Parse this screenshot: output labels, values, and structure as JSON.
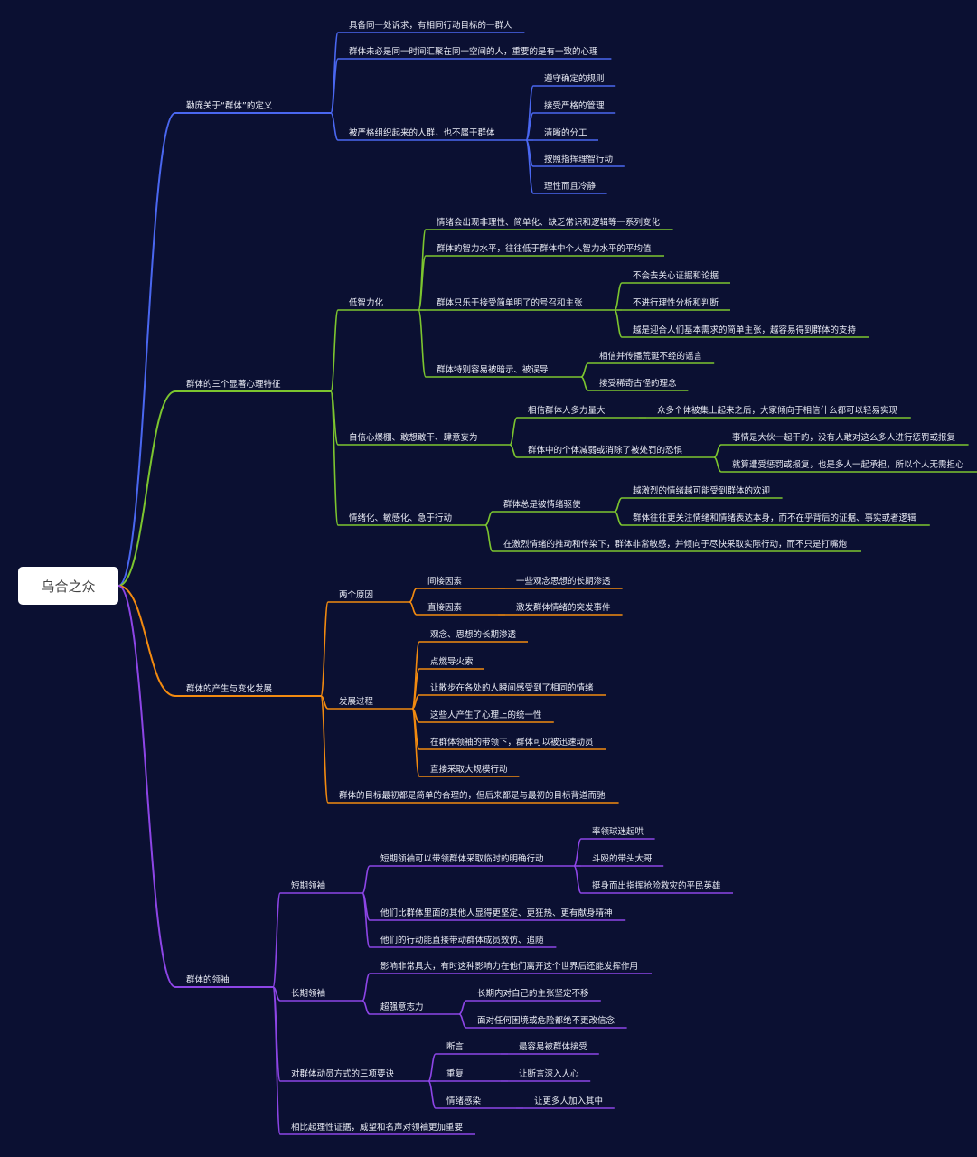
{
  "root": "乌合之众",
  "colors": {
    "blue": "#4a67f0",
    "green": "#7cc52f",
    "orange": "#f28a10",
    "purple": "#8d45e6",
    "background": "#0b1032"
  },
  "branches": [
    {
      "label": "勒庞关于“群体”的定义",
      "color": "blue",
      "children": [
        {
          "label": "具备同一处诉求，有相同行动目标的一群人"
        },
        {
          "label": "群体未必是同一时间汇聚在同一空间的人，重要的是有一致的心理"
        },
        {
          "label": "被严格组织起来的人群，也不属于群体",
          "children": [
            {
              "label": "遵守确定的规则"
            },
            {
              "label": "接受严格的管理"
            },
            {
              "label": "清晰的分工"
            },
            {
              "label": "按照指挥理智行动"
            },
            {
              "label": "理性而且冷静"
            }
          ]
        }
      ]
    },
    {
      "label": "群体的三个显著心理特征",
      "color": "green",
      "children": [
        {
          "label": "低智力化",
          "children": [
            {
              "label": "情绪会出现非理性、简单化、缺乏常识和逻辑等一系列变化"
            },
            {
              "label": "群体的智力水平，往往低于群体中个人智力水平的平均值"
            },
            {
              "label": "群体只乐于接受简单明了的号召和主张",
              "children": [
                {
                  "label": "不会去关心证据和论据"
                },
                {
                  "label": "不进行理性分析和判断"
                },
                {
                  "label": "越是迎合人们基本需求的简单主张，越容易得到群体的支持"
                }
              ]
            },
            {
              "label": "群体特别容易被暗示、被误导",
              "children": [
                {
                  "label": "相信并传播荒诞不经的谣言"
                },
                {
                  "label": "接受稀奇古怪的理念"
                }
              ]
            }
          ]
        },
        {
          "label": "自信心爆棚、敢想敢干、肆意妄为",
          "children": [
            {
              "label": "相信群体人多力量大",
              "children": [
                {
                  "label": "众多个体被集上起来之后，大家倾向于相信什么都可以轻易实现"
                }
              ]
            },
            {
              "label": "群体中的个体减弱或消除了被处罚的恐惧",
              "children": [
                {
                  "label": "事情是大伙一起干的，没有人敢对这么多人进行惩罚或报复"
                },
                {
                  "label": "就算遭受惩罚或报复，也是多人一起承担，所以个人无需担心"
                }
              ]
            }
          ]
        },
        {
          "label": "情绪化、敏感化、急于行动",
          "children": [
            {
              "label": "群体总是被情绪驱使",
              "children": [
                {
                  "label": "越激烈的情绪越可能受到群体的欢迎"
                },
                {
                  "label": "群体往往更关注情绪和情绪表达本身，而不在乎背后的证据、事实或者逻辑"
                }
              ]
            },
            {
              "label": "在激烈情绪的推动和传染下，群体非常敏感，并倾向于尽快采取实际行动，而不只是打嘴炮"
            }
          ]
        }
      ]
    },
    {
      "label": "群体的产生与变化发展",
      "color": "orange",
      "children": [
        {
          "label": "两个原因",
          "children": [
            {
              "label": "间接因素",
              "children": [
                {
                  "label": "一些观念思想的长期渗透"
                }
              ]
            },
            {
              "label": "直接因素",
              "children": [
                {
                  "label": "激发群体情绪的突发事件"
                }
              ]
            }
          ]
        },
        {
          "label": "发展过程",
          "children": [
            {
              "label": "观念、思想的长期渗透"
            },
            {
              "label": "点燃导火索"
            },
            {
              "label": "让散步在各处的人瞬间感受到了相同的情绪"
            },
            {
              "label": "这些人产生了心理上的统一性"
            },
            {
              "label": "在群体领袖的带领下，群体可以被迅速动员"
            },
            {
              "label": "直接采取大规模行动"
            }
          ]
        },
        {
          "label": "群体的目标最初都是简单的合理的，但后来都是与最初的目标背道而驰"
        }
      ]
    },
    {
      "label": "群体的领袖",
      "color": "purple",
      "children": [
        {
          "label": "短期领袖",
          "children": [
            {
              "label": "短期领袖可以带领群体采取临时的明确行动",
              "children": [
                {
                  "label": "率领球迷起哄"
                },
                {
                  "label": "斗殴的带头大哥"
                },
                {
                  "label": "挺身而出指挥抢险救灾的平民英雄"
                }
              ]
            },
            {
              "label": "他们比群体里面的其他人显得更坚定、更狂热、更有献身精神"
            },
            {
              "label": "他们的行动能直接带动群体成员效仿、追随"
            }
          ]
        },
        {
          "label": "长期领袖",
          "children": [
            {
              "label": "影响非常具大，有时这种影响力在他们离开这个世界后还能发挥作用"
            },
            {
              "label": "超强意志力",
              "children": [
                {
                  "label": "长期内对自己的主张坚定不移"
                },
                {
                  "label": "面对任何困境或危险都绝不更改信念"
                }
              ]
            }
          ]
        },
        {
          "label": "对群体动员方式的三项要诀",
          "children": [
            {
              "label": "断言",
              "children": [
                {
                  "label": "最容易被群体接受"
                }
              ]
            },
            {
              "label": "重复",
              "children": [
                {
                  "label": "让断言深入人心"
                }
              ]
            },
            {
              "label": "情绪感染",
              "children": [
                {
                  "label": "让更多人加入其中"
                }
              ]
            }
          ]
        },
        {
          "label": "相比起理性证据，威望和名声对领袖更加重要"
        }
      ]
    }
  ]
}
